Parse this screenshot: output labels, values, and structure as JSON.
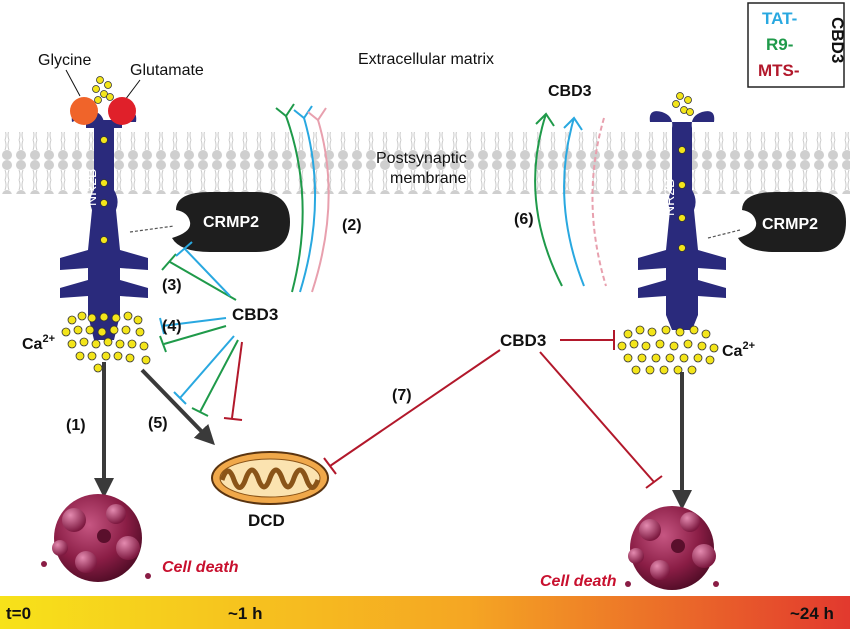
{
  "legend": {
    "prefixes": [
      {
        "text": "TAT-",
        "color": "#29a8e0"
      },
      {
        "text": "R9-",
        "color": "#1f9a4a"
      },
      {
        "text": "MTS-",
        "color": "#b2182b"
      }
    ],
    "suffix": "CBD3"
  },
  "labels": {
    "glycine": "Glycine",
    "glutamate": "Glutamate",
    "extracellular": "Extracellular matrix",
    "membrane_line1": "Postsynaptic",
    "membrane_line2": "membrane",
    "nr2b": "NR2B",
    "crmp2": "CRMP2",
    "cbd3": "CBD3",
    "calcium": "Ca",
    "calcium_sup": "2+",
    "dcd": "DCD",
    "cell_death": "Cell death"
  },
  "steps": {
    "s1": "(1)",
    "s2": "(2)",
    "s3": "(3)",
    "s4": "(4)",
    "s5": "(5)",
    "s6": "(6)",
    "s7": "(7)"
  },
  "timeline": {
    "start": "t=0",
    "mid": "~1 h",
    "end": "~24 h"
  },
  "colors": {
    "receptor": "#2a2a7c",
    "tat": "#29a8e0",
    "r9": "#1f9a4a",
    "mts": "#b2182b",
    "glycine": "#f0642a",
    "glutamate": "#e0202a",
    "calcium": "#f3e51a",
    "cell": "#8a1d45",
    "death_text": "#c8102e"
  }
}
